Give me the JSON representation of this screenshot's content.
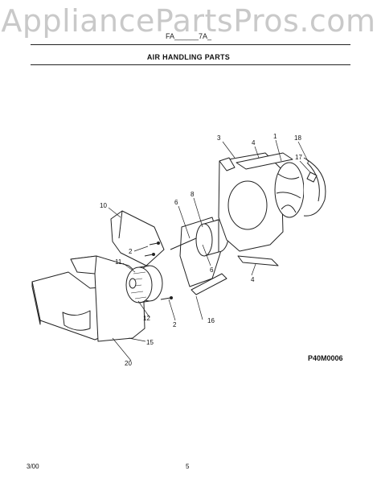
{
  "watermark": "AppliancePartsPros.com",
  "header": {
    "model": "FA______7A_",
    "title": "AIR HANDLING PARTS"
  },
  "callouts": {
    "c1": "1",
    "c2a": "2",
    "c2b": "2",
    "c3": "3",
    "c4a": "4",
    "c4b": "4",
    "c6a": "6",
    "c6b": "6",
    "c8": "8",
    "c10": "10",
    "c11": "11",
    "c12": "12",
    "c15": "15",
    "c16": "16",
    "c17": "17",
    "c18": "18",
    "c20": "20"
  },
  "figure_code": "P40M0006",
  "footer": {
    "date": "3/00",
    "page": "5"
  }
}
